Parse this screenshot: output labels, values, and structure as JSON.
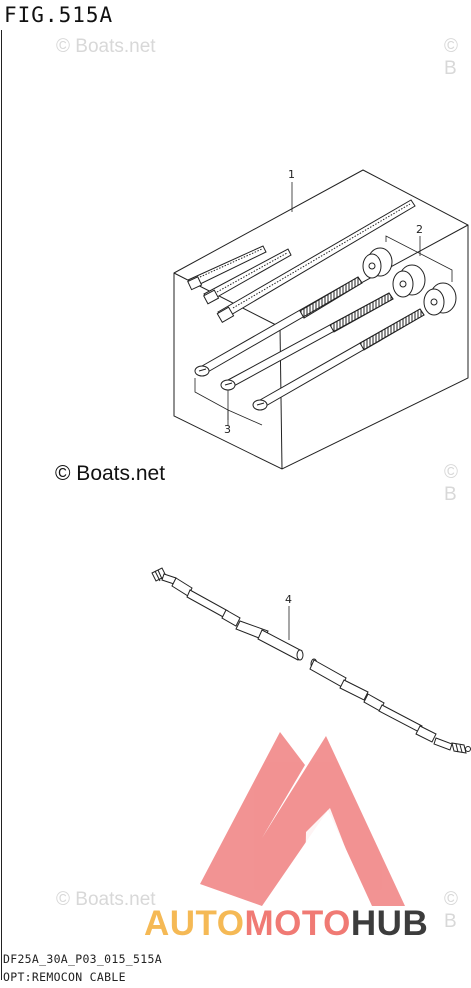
{
  "figure": {
    "title": "FIG.515A"
  },
  "watermarks": {
    "text": "© Boats.net",
    "partial": "© B"
  },
  "callouts": [
    "1",
    "2",
    "3",
    "4"
  ],
  "footer": {
    "model_code": "DF25A_30A_P03_015_515A",
    "caption": "OPT:REMOCON CABLE"
  },
  "logo": {
    "part1": "AUTO",
    "part2": "MOTO",
    "part3": "HUB",
    "colors": {
      "auto": "#f5b955",
      "moto": "#f07a74",
      "hub": "#3c3c3c",
      "mark": "#f08080"
    }
  }
}
